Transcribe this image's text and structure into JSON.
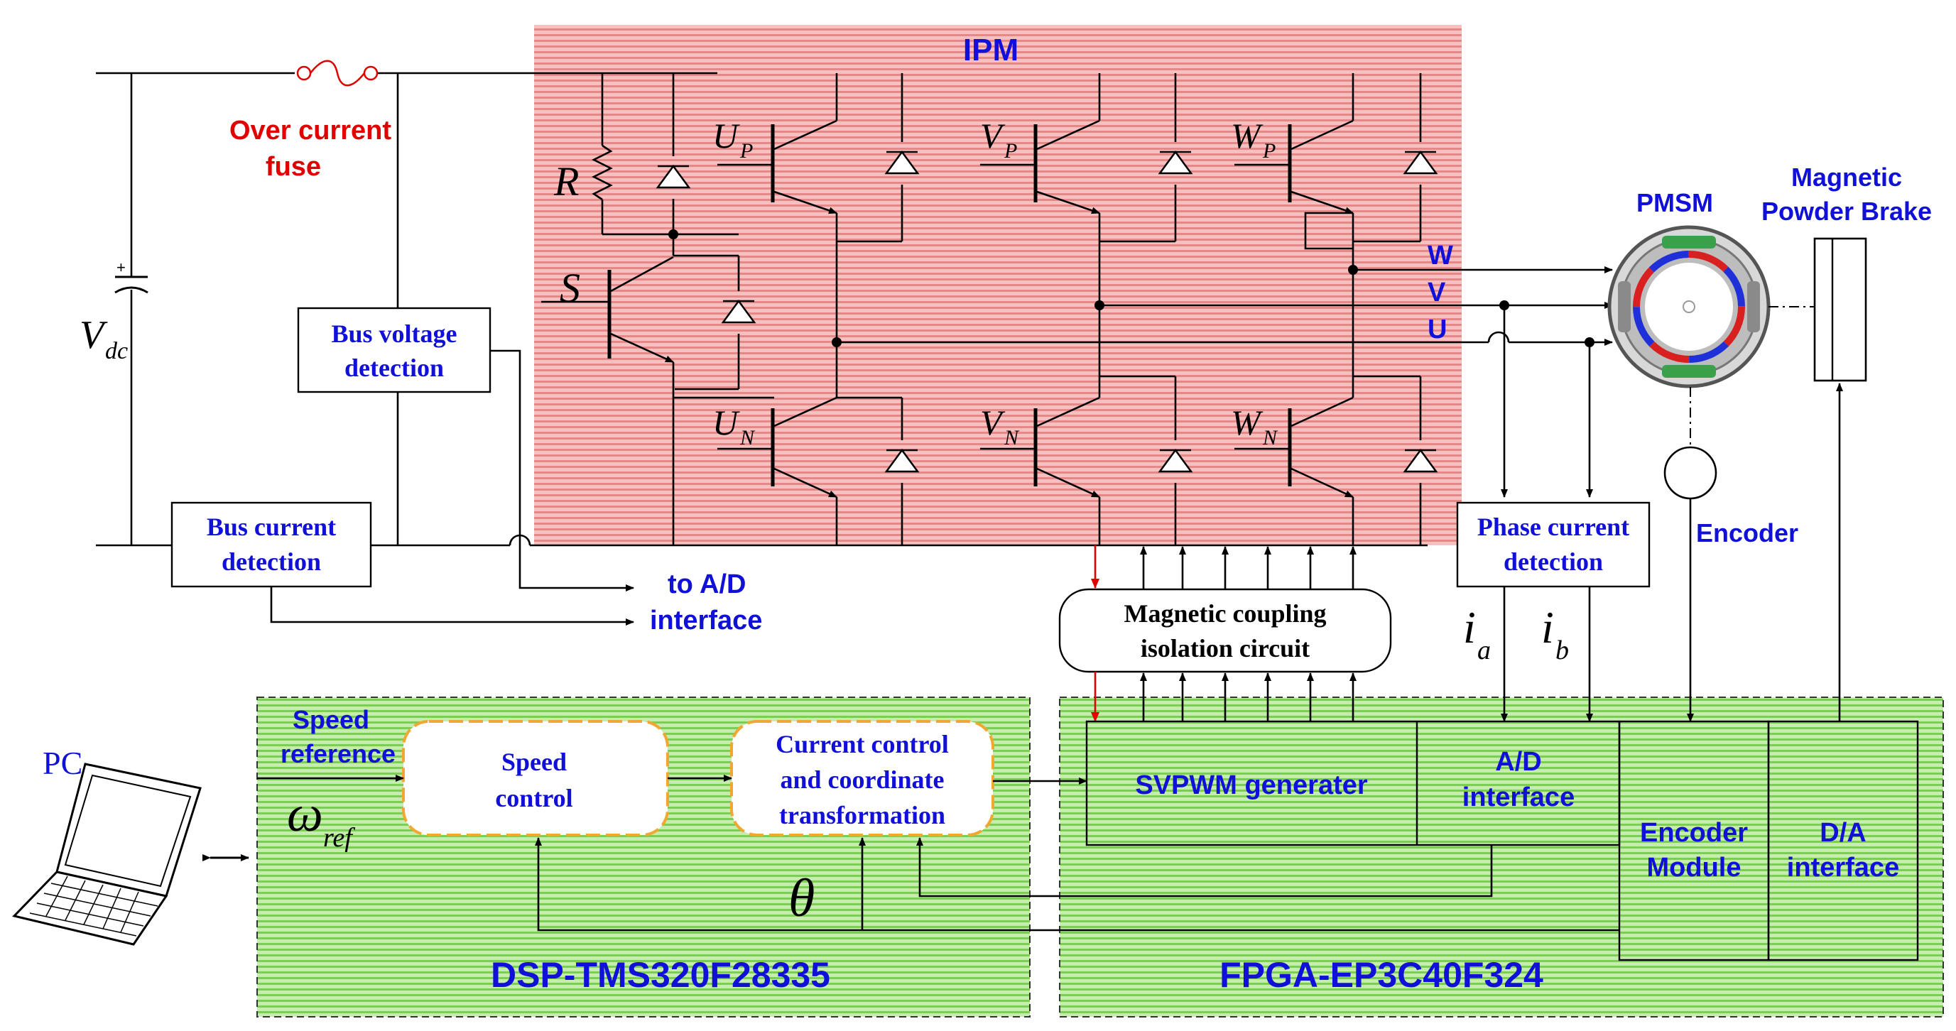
{
  "labels": {
    "ipm": "IPM",
    "fuse_line1": "Over current",
    "fuse_line2": "fuse",
    "vdc_main": "V",
    "vdc_sub": "dc",
    "resistor": "R",
    "switch_s": "S",
    "up_main": "U",
    "up_sub": "P",
    "vp_main": "V",
    "vp_sub": "P",
    "wp_main": "W",
    "wp_sub": "P",
    "un_main": "U",
    "un_sub": "N",
    "vn_main": "V",
    "vn_sub": "N",
    "wn_main": "W",
    "wn_sub": "N",
    "phase_w": "W",
    "phase_v": "V",
    "phase_u": "U",
    "pmsm": "PMSM",
    "brake_line1": "Magnetic",
    "brake_line2": "Powder Brake",
    "bus_voltage_line1": "Bus voltage",
    "bus_voltage_line2": "detection",
    "bus_current_line1": "Bus current",
    "bus_current_line2": "detection",
    "to_ad_line1": "to A/D",
    "to_ad_line2": "interface",
    "mag_line1": "Magnetic coupling",
    "mag_line2": "isolation circuit",
    "phase_current_line1": "Phase current",
    "phase_current_line2": "detection",
    "encoder": "Encoder",
    "ia_main": "i",
    "ia_sub": "a",
    "ib_main": "i",
    "ib_sub": "b",
    "pc": "PC",
    "speed_ref_line1": "Speed",
    "speed_ref_line2": "reference",
    "omega_main": "ω",
    "omega_sub": "ref",
    "speed_control_line1": "Speed",
    "speed_control_line2": "control",
    "cc_line1": "Current control",
    "cc_line2": "and coordinate",
    "cc_line3": "transformation",
    "theta": "θ",
    "svpwm": "SVPWM generater",
    "ad_line1": "A/D",
    "ad_line2": "interface",
    "encmod_line1": "Encoder",
    "encmod_line2": "Module",
    "da_line1": "D/A",
    "da_line2": "interface",
    "dsp": "DSP-TMS320F28335",
    "fpga": "FPGA-EP3C40F324"
  },
  "colors": {
    "ipm_fill": "#f4b9b9",
    "ipm_stripe": "#e88b8b",
    "board_fill": "#b9e6a0",
    "board_stripe": "#78c850",
    "label_blue": "#1010d8",
    "label_red": "#e00000",
    "dash_orange": "#f0a830"
  }
}
